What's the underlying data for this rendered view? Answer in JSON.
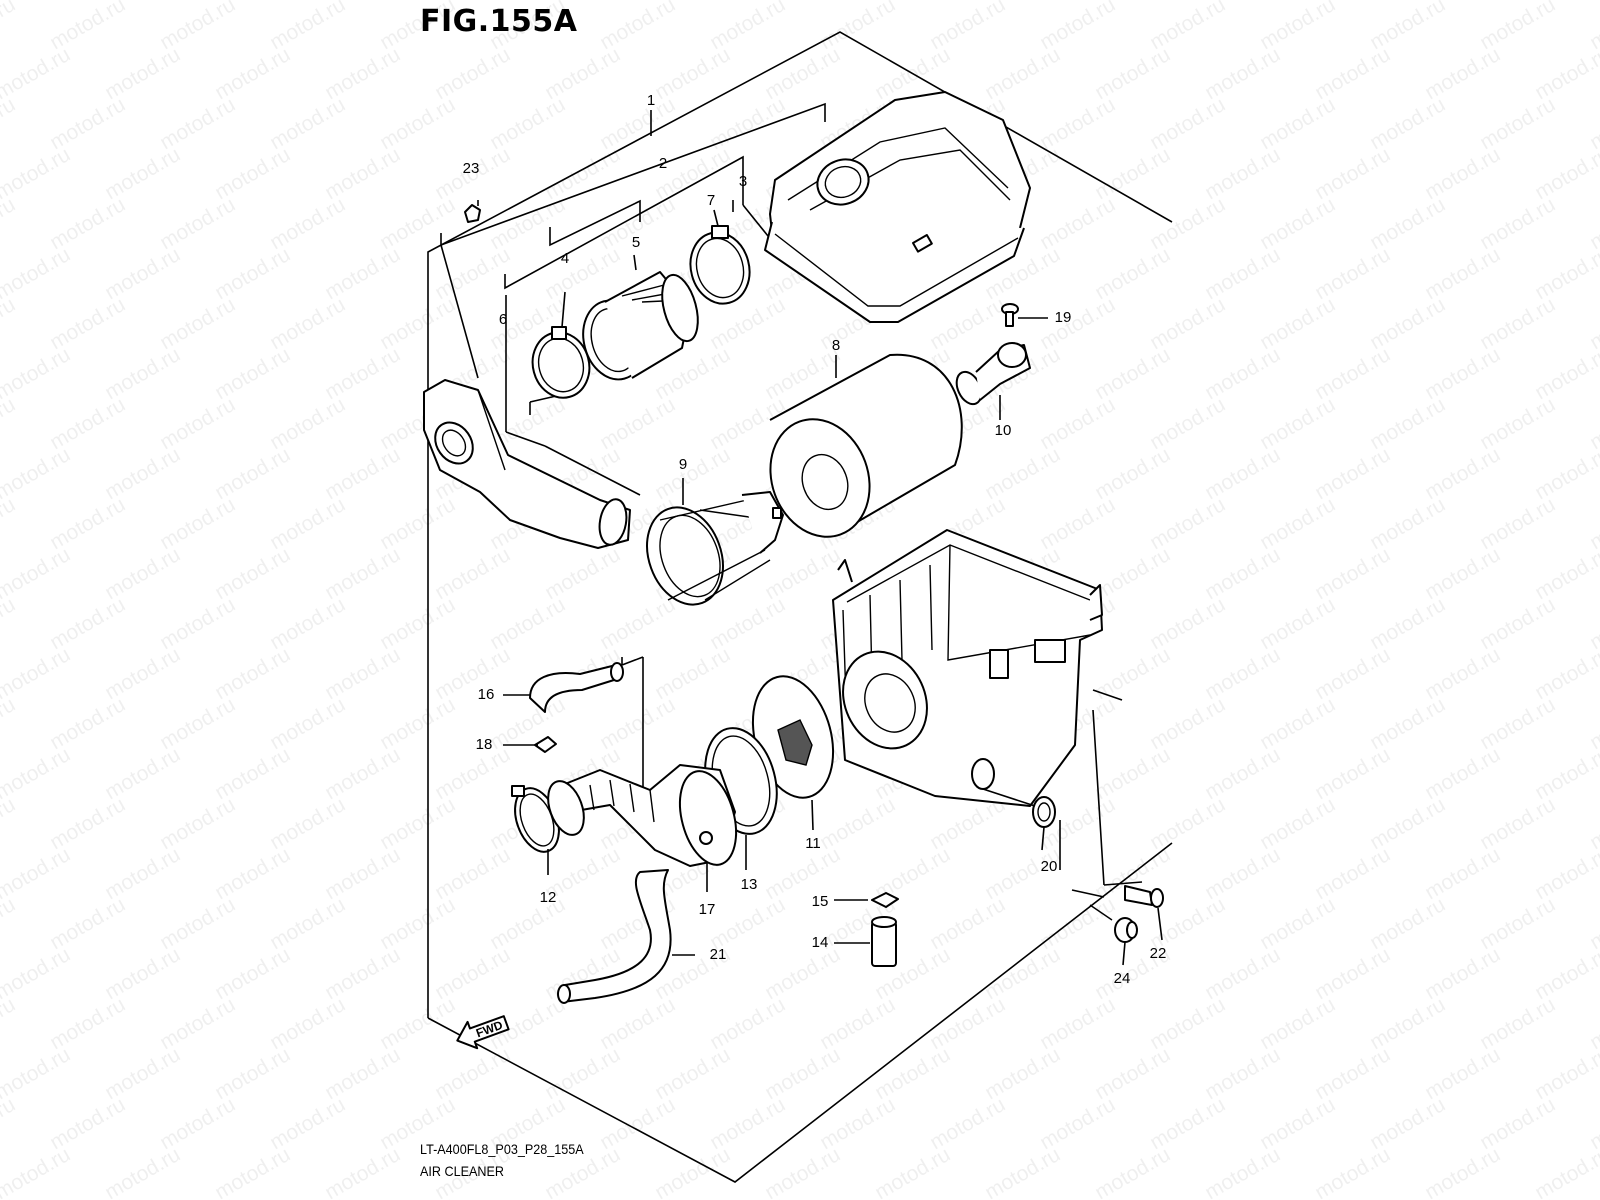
{
  "figure": {
    "title": "FIG.155A",
    "code": "LT-A400FL8_P03_P28_155A",
    "caption": "AIR CLEANER"
  },
  "watermark": "motod.ru",
  "direction_badge": "FWD",
  "callouts": {
    "c1": "1",
    "c2": "2",
    "c3": "3",
    "c4": "4",
    "c5": "5",
    "c6": "6",
    "c7": "7",
    "c8": "8",
    "c9": "9",
    "c10": "10",
    "c11": "11",
    "c12": "12",
    "c13": "13",
    "c14": "14",
    "c15": "15",
    "c16": "16",
    "c17": "17",
    "c18": "18",
    "c19": "19",
    "c20": "20",
    "c21": "21",
    "c22": "22",
    "c23": "23",
    "c24": "24"
  }
}
